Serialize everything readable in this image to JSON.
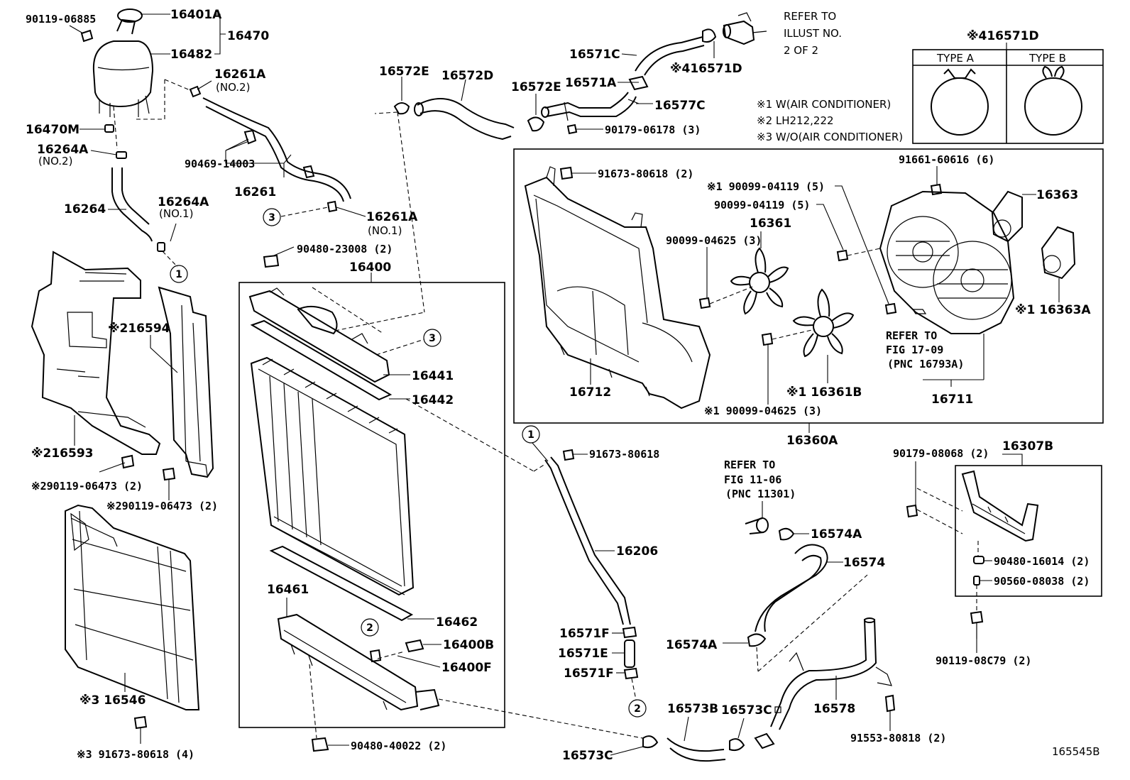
{
  "diagram_id": "165545B",
  "labels": {
    "l_90119_06885": "90119-06885",
    "l_16401A": "16401A",
    "l_16470": "16470",
    "l_16482": "16482",
    "l_16261A_2": "16261A",
    "l_no2_a": "(NO.2)",
    "l_16470M": "16470M",
    "l_16264A_2": "16264A",
    "l_no2_b": "(NO.2)",
    "l_90469_14003": "90469-14003",
    "l_16261": "16261",
    "l_16264": "16264",
    "l_16264A_1": "16264A",
    "l_no1_a": "(NO.1)",
    "l_16261A_1": "16261A",
    "l_no1_b": "(NO.1)",
    "l_16572E_a": "16572E",
    "l_16572D": "16572D",
    "l_16572E_b": "16572E",
    "l_16571C": "16571C",
    "l_16571A": "16571A",
    "l_16577C": "16577C",
    "l_90179_06178": "90179-06178 (3)",
    "l_refer_illust_1": "REFER TO",
    "l_refer_illust_2": "ILLUST NO.",
    "l_refer_illust_3": "2 OF 2",
    "l_16571D": "※416571D",
    "l_16571D_box": "※416571D",
    "l_type_a": "TYPE A",
    "l_type_b": "TYPE B",
    "l_note1": "※1 W(AIR CONDITIONER)",
    "l_note2": "※2 LH212,222",
    "l_note3": "※3 W/O(AIR CONDITIONER)",
    "l_90480_23008": "90480-23008 (2)",
    "l_16400": "16400",
    "l_16441": "16441",
    "l_16442": "16442",
    "l_16594": "※216594",
    "l_16593": "※216593",
    "l_90119_06473_a": "※290119-06473 (2)",
    "l_90119_06473_b": "※290119-06473 (2)",
    "l_16546": "※3 16546",
    "l_91673_80618_4": "※3 91673-80618 (4)",
    "l_16461": "16461",
    "l_16462": "16462",
    "l_16400B": "16400B",
    "l_16400F": "16400F",
    "l_90480_40022": "90480-40022 (2)",
    "l_91673_80618_2": "91673-80618 (2)",
    "l_90099_04119_a": "※1 90099-04119 (5)",
    "l_90099_04119_b": "90099-04119 (5)",
    "l_91661_60616": "91661-60616 (6)",
    "l_16363": "16363",
    "l_16361": "16361",
    "l_90099_04625_a": "90099-04625 (3)",
    "l_16363A": "※1 16363A",
    "l_refer_fig_1": "REFER TO",
    "l_refer_fig_2": "FIG 17-09",
    "l_refer_fig_3": "(PNC 16793A)",
    "l_16712": "16712",
    "l_16361B": "※1 16361B",
    "l_16711": "16711",
    "l_90099_04625_b": "※1 90099-04625 (3)",
    "l_16360A": "16360A",
    "l_91673_80618": "91673-80618",
    "l_16206": "16206",
    "l_16571F_a": "16571F",
    "l_16571E": "16571E",
    "l_16571F_b": "16571F",
    "l_refer_fig11_1": "REFER TO",
    "l_refer_fig11_2": "FIG 11-06",
    "l_refer_fig11_3": "(PNC 11301)",
    "l_16574A_a": "16574A",
    "l_16574": "16574",
    "l_16574A_b": "16574A",
    "l_16573B": "16573B",
    "l_16573C_a": "16573C",
    "l_16573C_b": "16573C",
    "l_16578": "16578",
    "l_91553_80818": "91553-80818 (2)",
    "l_90179_08068": "90179-08068 (2)",
    "l_16307B": "16307B",
    "l_90480_16014": "90480-16014 (2)",
    "l_90560_08038": "90560-08038 (2)",
    "l_90119_08C79": "90119-08C79 (2)",
    "l_ref_165545B": "165545B"
  },
  "markers": {
    "m1": "1",
    "m2": "2",
    "m3": "3"
  }
}
